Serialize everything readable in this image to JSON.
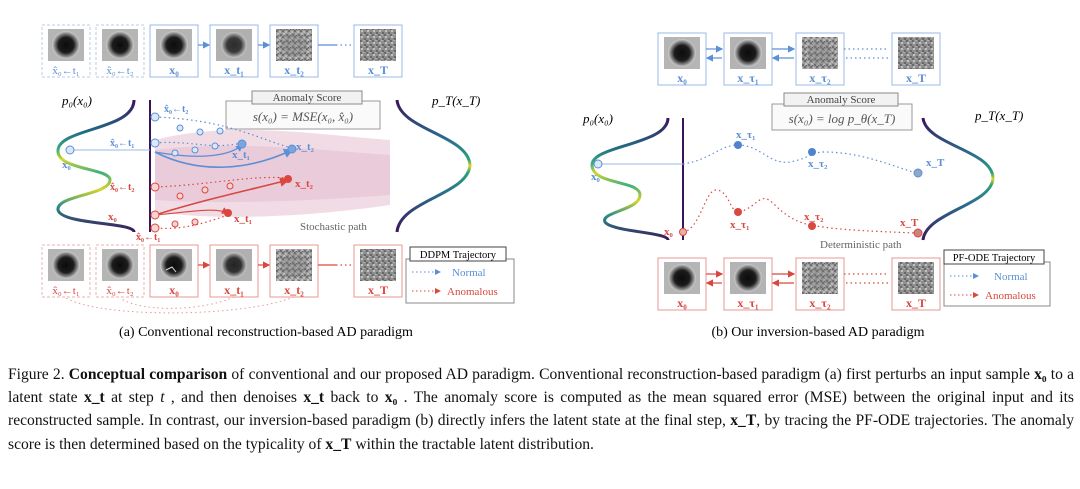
{
  "panel_a": {
    "anomaly_score": {
      "title": "Anomaly Score",
      "formula": "s(x₀) = MSE(x₀, x̂₀)"
    },
    "dist_left": "p₀(x₀)",
    "dist_right": "p_T(x_T)",
    "path_label": "Stochastic path",
    "legend": {
      "title": "DDPM Trajectory",
      "normal": "Normal",
      "anomalous": "Anomalous"
    },
    "top_row_labels": [
      "x̂₀←t₁",
      "x̂₀←t₂",
      "x₀",
      "x_t₁",
      "x_t₂",
      "x_T"
    ],
    "bottom_row_labels": [
      "x̂₀←t₁",
      "x̂₀←t₂",
      "x₀",
      "x_t₁",
      "x_t₂",
      "x_T"
    ],
    "sub_caption": "(a) Conventional reconstruction-based AD paradigm"
  },
  "panel_b": {
    "anomaly_score": {
      "title": "Anomaly Score",
      "formula": "s(x₀) = log p_θ(x_T)"
    },
    "dist_left": "p₀(x₀)",
    "dist_right": "p_T(x_T)",
    "path_label": "Deterministic path",
    "legend": {
      "title": "PF-ODE Trajectory",
      "normal": "Normal",
      "anomalous": "Anomalous"
    },
    "top_row_labels": [
      "x₀",
      "x_τ₁",
      "x_τ₂",
      "x_T"
    ],
    "bottom_row_labels": [
      "x₀",
      "x_τ₁",
      "x_τ₂",
      "x_T"
    ],
    "sub_caption": "(b) Our inversion-based AD paradigm"
  },
  "caption": {
    "fig_label": "Figure 2.",
    "bold_title": "Conceptual comparison",
    "s1": " of conventional and our proposed AD paradigm. Conventional reconstruction-based paradigm (a) first perturbs an input sample ",
    "x0": "x₀",
    "s2": " to a latent state ",
    "xt": "x_t",
    "s3": " at step ",
    "t": "t",
    "s4": " , and then denoises ",
    "s5": " back to ",
    "s6": " . The anomaly score is computed as the mean squared error (MSE) between the original input and its reconstructed sample. In contrast, our inversion-based paradigm (b) directly infers the latent state at the final step, ",
    "xT": "x_T",
    "s7": ", by tracing the PF-ODE trajectories. The anomaly score is then determined based on the typicality of ",
    "s8": " within the tractable latent distribution."
  },
  "colors": {
    "normal": "#5b8fd6",
    "anomalous": "#d9473f",
    "normal_box": "#9ab8e6",
    "anomalous_box": "#e79a95",
    "band": "#e9c4d6"
  }
}
